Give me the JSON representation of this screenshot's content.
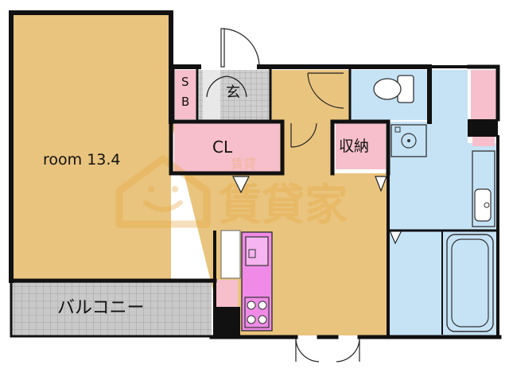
{
  "rooms": {
    "main_room": "room 13.4",
    "shoe_box_s": "S",
    "shoe_box_b": "B",
    "entrance": "玄",
    "closet": "CL",
    "storage": "収納",
    "balcony": "バルコニー"
  },
  "watermark": {
    "main": "賃貸家",
    "small": "賃貸"
  },
  "colors": {
    "room_floor": "#e9c47e",
    "wet_area": "#c6e3f6",
    "storage": "#f6bfcb",
    "kitchen": "#ef8be6",
    "tile": "#bdbdbd",
    "wall": "#111111",
    "watermark": "#e8a53c"
  }
}
